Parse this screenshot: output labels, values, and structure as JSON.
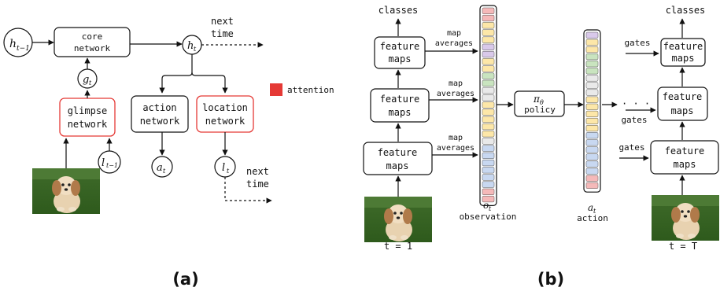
{
  "panel_a": {
    "caption": "(a)",
    "core_line1": "core",
    "core_line2": "network",
    "glimpse_line1": "glimpse",
    "glimpse_line2": "network",
    "action_line1": "action",
    "action_line2": "network",
    "location_line1": "location",
    "location_line2": "network",
    "h_prev": "h",
    "h_prev_sub": "t−1",
    "h_t": "h",
    "h_t_sub": "t",
    "g_t": "g",
    "g_t_sub": "t",
    "l_prev": "l",
    "l_prev_sub": "t−1",
    "a_t": "a",
    "a_t_sub": "t",
    "l_t": "l",
    "l_t_sub": "t",
    "next_time_1_line1": "next",
    "next_time_1_line2": "time",
    "next_time_2_line1": "next",
    "next_time_2_line2": "time",
    "legend_label": "attention"
  },
  "panel_b": {
    "caption": "(b)",
    "fm1_line1": "feature",
    "fm1_line2": "maps",
    "fm2_line1": "feature",
    "fm2_line2": "maps",
    "fm3_line1": "feature",
    "fm3_line2": "maps",
    "fmR1_line1": "feature",
    "fmR1_line2": "maps",
    "fmR2_line1": "feature",
    "fmR2_line2": "maps",
    "fmR3_line1": "feature",
    "fmR3_line2": "maps",
    "classes_left": "classes",
    "classes_right": "classes",
    "map_avg_1a": "map",
    "map_avg_1b": "averages",
    "map_avg_2a": "map",
    "map_avg_2b": "averages",
    "map_avg_3a": "map",
    "map_avg_3b": "averages",
    "policy_symbol": "π",
    "policy_symbol_sub": "θ",
    "policy_label": "policy",
    "o_t": "o",
    "o_t_sub": "t",
    "observation_label": "observation",
    "a_t": "a",
    "a_t_sub": "t",
    "action_label": "action",
    "dots": "· · ·",
    "gates_1": "gates",
    "gates_2": "gates",
    "gates_3": "gates",
    "t_start": "t = 1",
    "t_end": "t = T"
  },
  "colors": {
    "attention_red": "#e53935",
    "yellow": "#fde7a8",
    "purple": "#d9c9ea",
    "green": "#c9e4bf",
    "gray": "#e9e9e9",
    "blue": "#c8d8f1",
    "red": "#f5b9b9"
  },
  "observation_strip": [
    "red",
    "red",
    "yellow",
    "yellow",
    "yellow",
    "purple",
    "purple",
    "yellow",
    "yellow",
    "green",
    "green",
    "gray",
    "gray",
    "yellow",
    "yellow",
    "yellow",
    "yellow",
    "yellow",
    "gray",
    "blue",
    "blue",
    "blue",
    "blue",
    "blue",
    "blue",
    "red",
    "red"
  ],
  "action_strip": [
    "purple",
    "yellow",
    "yellow",
    "green",
    "green",
    "green",
    "gray",
    "gray",
    "gray",
    "yellow",
    "yellow",
    "yellow",
    "yellow",
    "yellow",
    "blue",
    "blue",
    "blue",
    "blue",
    "blue",
    "blue",
    "red",
    "red"
  ],
  "icons": [
    "dog-photo-icon",
    "dog-photo-icon",
    "dog-photo-icon"
  ]
}
